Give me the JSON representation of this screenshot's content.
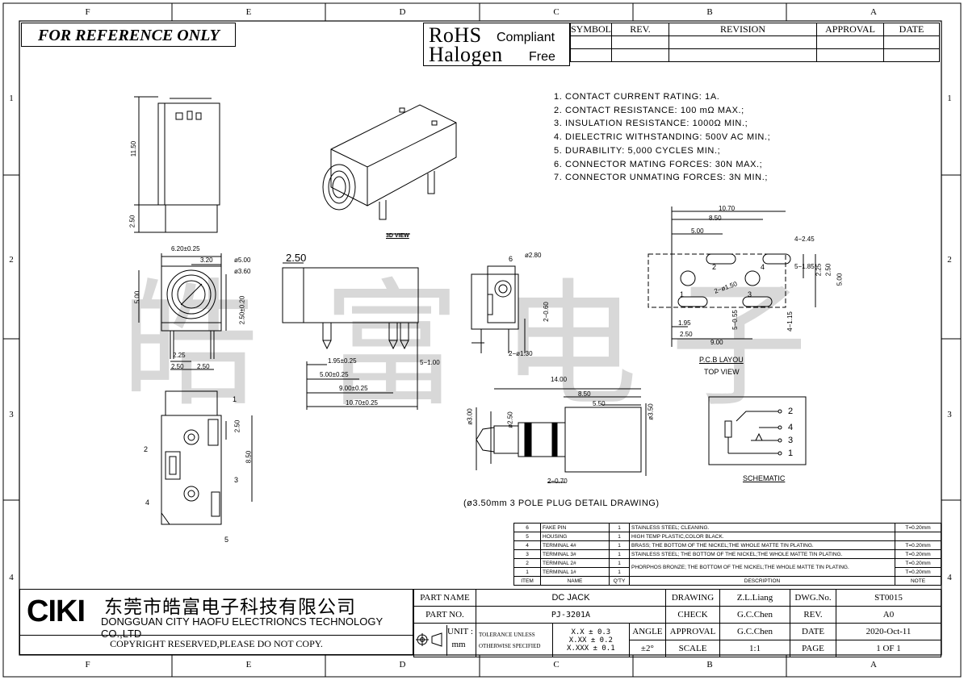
{
  "zones": {
    "cols": [
      "F",
      "E",
      "D",
      "C",
      "B",
      "A"
    ],
    "rows": [
      "1",
      "2",
      "3",
      "4"
    ]
  },
  "reference_banner": "FOR REFERENCE ONLY",
  "rohs": {
    "l1_big": "RoHS",
    "l1_small": "Compliant",
    "l2_big": "Halogen",
    "l2_small": "Free"
  },
  "revision_table": {
    "headers": [
      "SYMBOL",
      "REV.",
      "REVISION",
      "APPROVAL",
      "DATE"
    ]
  },
  "specs": [
    "1. CONTACT CURRENT RATING: 1A.",
    "2. CONTACT RESISTANCE: 100 mΩ MAX.;",
    "3. INSULATION RESISTANCE: 1000Ω MIN.;",
    "4. DIELECTRIC WITHSTANDING: 500V AC MIN.;",
    "5. DURABILITY: 5,000 CYCLES MIN.;",
    "6. CONNECTOR MATING FORCES: 30N   MAX.;",
    "7. CONNECTOR UNMATING FORCES: 3N MIN.;"
  ],
  "views": {
    "view_3d": "3D VIEW",
    "pcb_layout": "P.C.B LAYOU",
    "top_view": "TOP VIEW",
    "schematic": "SCHEMATIC",
    "plug_caption": "(ø3.50mm 3 POLE PLUG DETAIL DRAWING)"
  },
  "watermark": [
    "皓",
    "富",
    "电",
    "子"
  ],
  "dims": {
    "h_1150": "11.50",
    "h_250": "2.50",
    "w_620": "6.20±0.25",
    "d_320": "3.20",
    "d_phi500": "ø5.00",
    "d_phi360": "ø3.60",
    "d_500": "5.00",
    "d_250_020": "2.50±0.20",
    "d_225": "2.25",
    "d_250a": "2.50",
    "d_250b": "2.50",
    "s_250": "2.50",
    "s_195": "1.95±0.25",
    "s_500": "5.00±0.25",
    "s_900": "9.00±0.25",
    "s_1070": "10.70±0.25",
    "s_5_100": "5−1.00",
    "f_6": "6",
    "f_phi280": "ø2.80",
    "f_060": "2−0.60",
    "f_130": "2−ø1.30",
    "p_1070": "10.70",
    "p_850": "8.50",
    "p_500": "5.00",
    "p_4_245": "4−2.45",
    "p_5_185": "5−1.85",
    "p_225": "2.25",
    "p_250": "2.50",
    "p_500v": "5.00",
    "p_2_phi150": "2−ø1.50",
    "p_5_055": "5−0.55",
    "p_4_115": "4−1.15",
    "p_195": "1.95",
    "p_250h": "2.50",
    "p_900": "9.00",
    "p_n1": "1",
    "p_n2": "2",
    "p_n3": "3",
    "p_n4": "4",
    "b_250": "2.50",
    "b_850": "8.50",
    "b_1": "1",
    "b_2": "2",
    "b_3": "3",
    "b_4": "4",
    "b_5": "5",
    "g_1400": "14.00",
    "g_850": "8.50",
    "g_550": "5.50",
    "g_300": "ø3.00",
    "g_250": "ø2.50",
    "g_350": "ø3.50",
    "g_070": "2−0.70",
    "sc_2": "2",
    "sc_4": "4",
    "sc_3": "3",
    "sc_1": "1"
  },
  "parts_table": {
    "rows": [
      {
        "item": "6",
        "name": "FAKE PIN",
        "qty": "1",
        "desc": "STAINLESS STEEL; CLEANING.",
        "note": "T=0.20mm"
      },
      {
        "item": "5",
        "name": "HOUSING",
        "qty": "1",
        "desc": "HIGH TEMP PLASTIC,COLOR BLACK.",
        "note": ""
      },
      {
        "item": "4",
        "name": "TERMINAL 4#",
        "qty": "1",
        "desc": "BRASS; THE BOTTOM OF THE NICKEL;THE WHOLE MATTE TIN PLATING.",
        "note": "T=0.20mm"
      },
      {
        "item": "3",
        "name": "TERMINAL 3#",
        "qty": "1",
        "desc": "STAINLESS STEEL; THE BOTTOM OF THE NICKEL;THE WHOLE MATTE TIN PLATING.",
        "note": "T=0.20mm"
      },
      {
        "item": "2",
        "name": "TERMINAL 2#",
        "qty": "1",
        "desc": "PHORPHOS BRONZE; THE BOTTOM OF THE NICKEL;THE WHOLE MATTE TIN PLATING.",
        "note": "T=0.20mm"
      },
      {
        "item": "1",
        "name": "TERMINAL 1#",
        "qty": "1",
        "desc": "",
        "note": "T=0.20mm"
      }
    ],
    "header": {
      "item": "ITEM",
      "name": "NAME",
      "qty": "Q'TY",
      "desc": "DESCRIPTION",
      "note": "NOTE"
    }
  },
  "title_block": {
    "logo": "CIKI",
    "company_cn": "东莞市皓富电子科技有限公司",
    "company_en": "DONGGUAN CITY HAOFU ELECTRIONCS TECHNOLOGY CO.,LTD",
    "copyright": "COPYRIGHT RESERVED,PLEASE DO NOT COPY.",
    "part_name_label": "PART NAME",
    "part_name": "DC JACK",
    "part_no_label": "PART NO.",
    "part_no": "PJ-3201A",
    "unit_label": "UNIT :",
    "unit": "mm",
    "tolerance_label_1": "TOLERANCE UNLESS",
    "tolerance_label_2": "OTHERWISE SPECIFIED",
    "tol_1": "X.X ± 0.3",
    "tol_2": "X.XX ± 0.2",
    "tol_3": "X.XXX ± 0.1",
    "angle_label": "ANGLE",
    "angle": "±2°",
    "drawing_label": "DRAWING",
    "drawing": "Z.L.Liang",
    "check_label": "CHECK",
    "check": "G.C.Chen",
    "approval_label": "APPROVAL",
    "approval": "G.C.Chen",
    "scale_label": "SCALE",
    "scale": "1:1",
    "dwg_label": "DWG.No.",
    "dwg": "ST0015",
    "rev_label": "REV.",
    "rev": "A0",
    "date_label": "DATE",
    "date": "2020-Oct-11",
    "page_label": "PAGE",
    "page": "1 OF 1"
  }
}
